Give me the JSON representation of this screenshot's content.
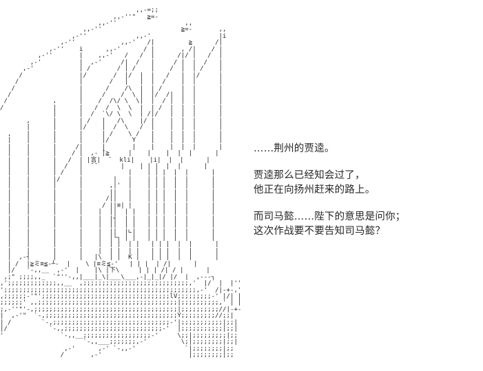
{
  "meta": {
    "background_color": "#ffffff",
    "text_color": "#262626",
    "art_color": "#1d1d1d"
  },
  "dialogue": {
    "paragraphs": [
      {
        "lines": [
          "……荆州的贾逵。"
        ]
      },
      {
        "lines": [
          "贾逵那么已经知会过了，",
          "他正在向扬州赶来的路上。"
        ]
      },
      {
        "lines": [
          "而司马懿……陛下的意思是问你；",
          "这次作战要不要告知司马懿？"
        ]
      }
    ]
  },
  "ascii_art": {
    "embedded_labels": [
      "≧=-",
      "≧=-",
      "≧",
      "kli",
      "K",
      "下",
      "lV",
      "Y",
      "ミ≡≦"
    ],
    "content": "                                    ,,-=;;\n                              ,,-''\"   ≧=-\n                          ,,-''                  ,,\n                      ,,-''                     ≧=-       ,,\n                   ,-''             ,,-'                  |i\n                ,-''            ,,-'   /|         ≧      /|\n             ,-''    i      ,,-'      / |       , /|    / |\n          ,-''       |    ,,-'   /   /  |      /|/ |   /  |\n        ,-'          |  ,-'     /|  /   |     / |  |  /   |\n      ,-'            | /       / | /    |    /  |  | /    |\n     /               |/       /  |/  |  |   /   |  |/     |\n    /                |       /   |   |  |  /    |  |      |\n   /                 |      /    /\\  |  | /     |  |      |\n  /                  |     /    /  \\ |  |/  /|  |  |      |\n /            ,      |    /  /\\/ \\  \\|  |  / |  |  |      |\n/             |      |   /  /  \\  \\  |  | /  |  |  |      |\n              |      |  /  `\\/ \\  \\  | /|/   |  |  |      |\n       ,      |      | /   |   /\\    |/ |    |  |  |      |\n       |      |      |/    |  /  \\   /  |    |  |  |      |\n  ,    |      |      |     | /    \\ /   |    |  |  |      |\n  |    |      |      |     |/      Y    |    |  |  |      |\n  |    |      |     /|     |       |    |    |  |  |      |\n  |    |      |    / |  ,- ̄|≧     |    |    |  |  |      |\n  |    |      |   /  | |言|  ̄   kli|    |i|  |  |      |\n  |    |      |  /   |  ̄ ̄       |    | | |  |  |      |\n  |    |      | /    |            |    | | |  |  |      |\n  |    |      |/     |        |   |    | | |  |  |      |\n  |    |      |      |       ,|'  |    | | |  |  |      |\n  |    |      |      |       ||   |    | | |  |  |      |\n  |    |      |      |      /||   |    | | |  |  |      |\n  |    |      |      |     / ||≡| |    | | |  |  |      |\n  |    |      |      |    |  ||  | |   | | |  |  |      |\n  |    |      |      |    |  |┤  | |   | | |  |  |      |\n  |    |      |      |    |  ||  | |   | | |  |  |      |\n  |    |      |      |    |  ||  |∟|   | | |  |  |      |\n  |    |      |      |    |  |└┐ | |   | | |  |  |      |\n  |    |      |      |    |  | |  | |   | | |  |  |      |\n  |    |      |      |    |  | |  | |   | | |  |  |      |\n  |  ,-┤      |      |   |\\  | |  K |   | | |  |  |      |\n  | /  |≧ミ≡≦‐┴‐  |    \\ |≡ミ≦-'   | | |  | /|      |\n  |/   '-,,__  ,-'  |    |\\ |下\\     | | | /| / |      |\n ,;\" ;;;;,,_  `\"''-,,|___|_\\|___\\___,-|_|_|/ |/  |  ,---┐\n,';;;;;;;;;;;;;,,__  ,;;;;;;;;;;;;;;;;;;;;;;;;;;;;,'  |/  |  |''\n';;;;;;;;;;;;;;;;;;;;;;;;;;;;;;;;;;;;;;;;;;;;;;;;;;;,-'  /|-+-,'\n,;;;;;;-'\"';;;;;;;;;;;;;;;;;;;;;;;;;;;;;;;;;;lV;;;;;;;;;-' |/| |\n;;;;;;' ,,;;;;;;;;;;;;;;;;;;;;;;;;;;;;;;;;;;;;;|;;;;;;;;;;,' | |\n;,-''\"'-,;;;;;;;;;;;;;;;;;;;;;;;;;;;;;;;;;;;;;;|;;;;;;;;;;//|-+-\n|  ,-'\"  `-,;;;;;;;;;;;;;;;;;;;;;;;;;;;;;;;;;;;Y;;;;;;;;;//;;|\n| /        `-,;;;;;;;;;;;;;;;;;;;;;;;;;;;;;;;-'|;;;;;;;;;;;|;;|\n|/           `-,,;;;;;;;;;;;;;;;;;;;;;;;;;;-'  |;;;;;;;;;;;|;;|\n'               `-,,__;;;;;;;;;;;;;;;;;;-'     \\;;|;;;;;;;;;|;;\n                      `-,,___;;;;;;;,-'         \\;|;;;;;;;;|;;|\n                 ,-'      ,-' `-,,-'             `|;;;;;;;;|;;\n                /       ,-'                       |;;;;;;;;|;;\n"
  }
}
